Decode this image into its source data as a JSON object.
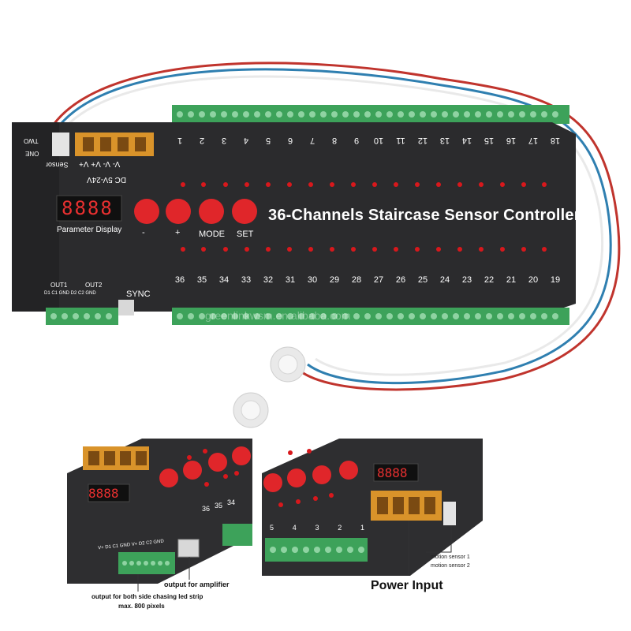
{
  "product": {
    "title": "36-Channels Staircase Sensor Controller",
    "display_label": "Parameter Display",
    "display_value": "8888",
    "buttons": [
      "-",
      "+",
      "MODE",
      "SET"
    ],
    "power_terminal_labels": "V-  V-  V+  V+",
    "power_spec": "DC 5V-24V",
    "sensor_label": "Sensor",
    "switch_labels": [
      "TWO",
      "ONE"
    ],
    "out1_label": "OUT1",
    "out2_label": "OUT2",
    "out_pins": "D1 C1 GND D2 C2 GND",
    "sync_label": "SYNC",
    "top_channels": [
      "1",
      "2",
      "3",
      "4",
      "5",
      "6",
      "7",
      "8",
      "9",
      "10",
      "11",
      "12",
      "13",
      "14",
      "15",
      "16",
      "17",
      "18"
    ],
    "bottom_channels": [
      "36",
      "35",
      "34",
      "33",
      "32",
      "31",
      "30",
      "29",
      "28",
      "27",
      "26",
      "25",
      "24",
      "23",
      "22",
      "21",
      "20",
      "19"
    ],
    "watermark": "greenlinkwsm.en.alibaba.com"
  },
  "inset_left": {
    "amplifier_label": "output for amplifier",
    "strip_label_line1": "output for both side chasing led strip",
    "strip_label_line2": "max. 800 pixels",
    "pins": "V+ D1 C1 GND V+ D2 C2 GND",
    "channels": [
      "36",
      "35",
      "34"
    ]
  },
  "inset_right": {
    "power_label": "Power Input",
    "sensor1_label": "motion sensor 1",
    "sensor2_label": "motion sensor 2",
    "channels": [
      "5",
      "4",
      "3",
      "2",
      "1"
    ]
  },
  "colors": {
    "body": "#2b2b2d",
    "terminal": "#3da25a",
    "button": "#e0262a",
    "led": "#d8181c",
    "display": "#101010",
    "brass": "#d9932a"
  }
}
